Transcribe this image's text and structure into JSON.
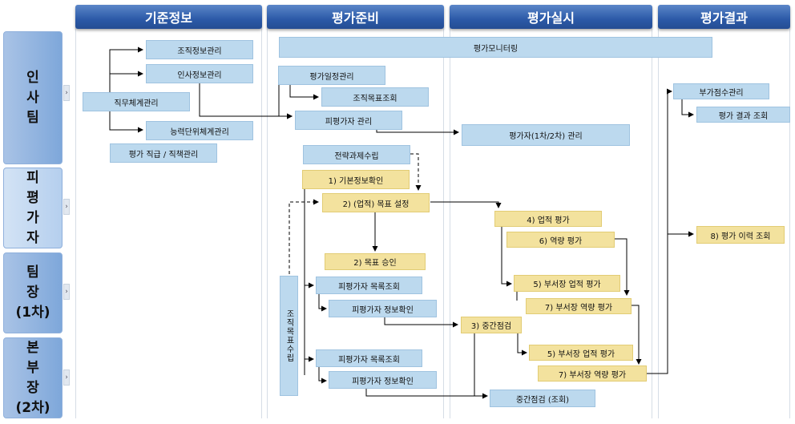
{
  "columns": [
    "기준정보",
    "평가준비",
    "평가실시",
    "평가결과"
  ],
  "roles": [
    "인\n사\n팀",
    "피\n평\n가\n자",
    "팀\n장\n(1차)",
    "본\n부\n장\n(2차)"
  ],
  "chevron": "›",
  "boxes": {
    "org_info": "조직정보관리",
    "hr_info": "인사정보관리",
    "job_system": "직무체계관리",
    "competency": "능력단위체계관리",
    "grade": "평가 직급 / 직책관리",
    "monitoring": "평가모니터링",
    "schedule": "평가일정관리",
    "org_goal_view": "조직목표조회",
    "evaluatee_mgmt": "피평가자 관리",
    "evaluator_mgmt": "평가자(1차/2차) 관리",
    "strategy": "전략과제수립",
    "basic_check": "1) 기본정보확인",
    "goal_setting": "2) (업적) 목표 설정",
    "goal_approval": "2) 목표 승인",
    "org_goal_setup": "조직목표수립",
    "list1": "피평가자 목록조회",
    "detail1": "피평가자 정보확인",
    "list2": "피평가자 목록조회",
    "detail2": "피평가자 정보확인",
    "midcheck": "3) 중간점검",
    "midcheck_view": "중간점검 (조회)",
    "perf_eval": "4) 업적 평가",
    "comp_eval": "6) 역량 평가",
    "dept_perf1": "5) 부서장 업적 평가",
    "dept_comp1": "7) 부서장 역량 평가",
    "dept_perf2": "5) 부서장 업적 평가",
    "dept_comp2": "7) 부서장 역량 평가",
    "extra_score": "부가점수관리",
    "result_view": "평가 결과 조회",
    "history": "8) 평가 이력 조회"
  },
  "colors": {
    "header": "#2c5aa8",
    "blue_box": "#bcd9ee",
    "yellow_box": "#f3e29e",
    "role": "#8fb0dc"
  }
}
